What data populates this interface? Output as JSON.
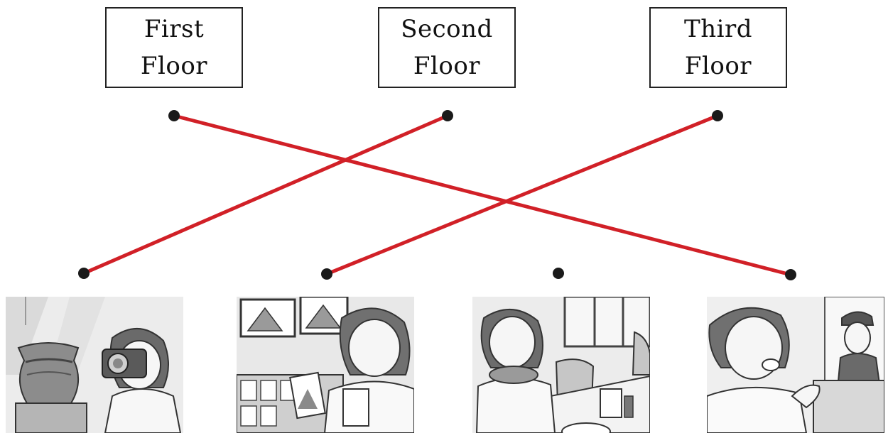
{
  "floors": [
    {
      "line1": "First",
      "line2": "Floor"
    },
    {
      "line1": "Second",
      "line2": "Floor"
    },
    {
      "line1": "Third",
      "line2": "Floor"
    }
  ],
  "connections": [
    {
      "from": "First Floor",
      "to": "reception-scene"
    },
    {
      "from": "Second Floor",
      "to": "museum-scene"
    },
    {
      "from": "Third Floor",
      "to": "shop-scene"
    }
  ],
  "colors": {
    "line": "#d12027",
    "dot": "#1a1a1a",
    "border": "#222222"
  }
}
